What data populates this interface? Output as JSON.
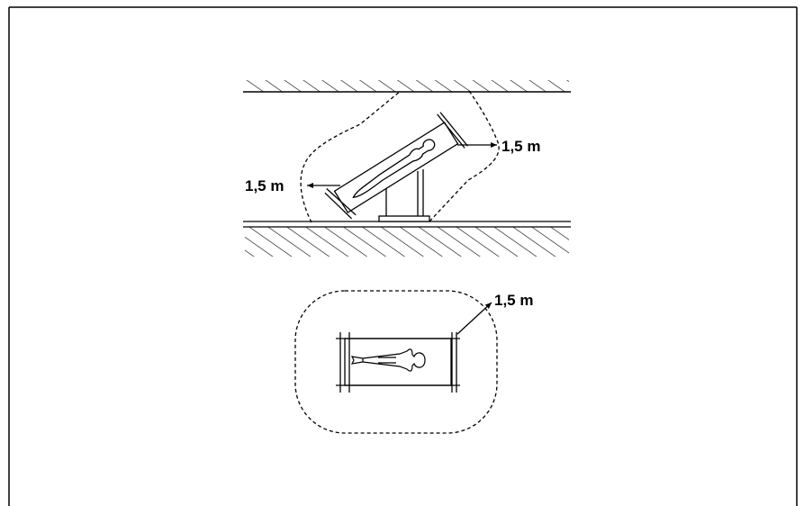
{
  "labels": {
    "side_left": "1,5 m",
    "side_right": "1,5 m",
    "top_view": "1,5 m"
  },
  "colors": {
    "ink": "#000000",
    "background": "#ffffff"
  }
}
